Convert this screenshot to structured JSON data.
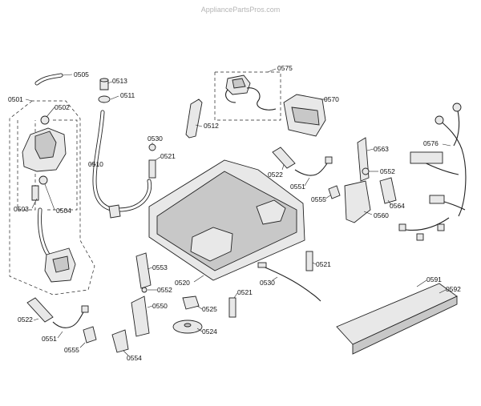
{
  "watermark": "AppliancePartsPros.com",
  "callouts": {
    "c0501": "0501",
    "c0502": "0502",
    "c0503": "0503",
    "c0504": "0504",
    "c0505": "0505",
    "c0510": "0510",
    "c0511": "0511",
    "c0512": "0512",
    "c0513": "0513",
    "c0520": "0520",
    "c0521a": "0521",
    "c0521b": "0521",
    "c0521c": "0521",
    "c0522a": "0522",
    "c0522b": "0522",
    "c0524": "0524",
    "c0525": "0525",
    "c0530a": "0530",
    "c0530b": "0530",
    "c0550": "0550",
    "c0551a": "0551",
    "c0551b": "0551",
    "c0552a": "0552",
    "c0552b": "0552",
    "c0553": "0553",
    "c0554": "0554",
    "c0555a": "0555",
    "c0555b": "0555",
    "c0560": "0560",
    "c0563": "0563",
    "c0564": "0564",
    "c0570": "0570",
    "c0575": "0575",
    "c0576": "0576",
    "c0591": "0591",
    "c0592": "0592"
  }
}
